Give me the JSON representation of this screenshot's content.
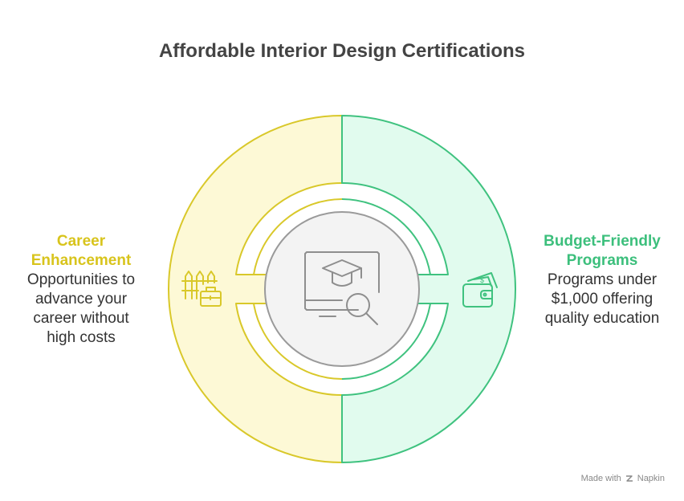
{
  "title": "Affordable Interior Design Certifications",
  "left": {
    "heading_line1": "Career",
    "heading_line2": "Enhancement",
    "body_line1": "Opportunities to",
    "body_line2": "advance your",
    "body_line3": "career without",
    "body_line4": "high costs",
    "icon": "fence-briefcase-icon"
  },
  "right": {
    "heading_line1": "Budget-Friendly",
    "heading_line2": "Programs",
    "body_line1": "Programs under",
    "body_line2": "$1,000 offering",
    "body_line3": "quality education",
    "icon": "wallet-money-icon"
  },
  "center": {
    "icon": "graduation-screen-search-icon"
  },
  "footer": {
    "made_with": "Made with",
    "brand": "Napkin"
  },
  "colors": {
    "left_stroke": "#d9c82a",
    "left_fill": "#fdf9d6",
    "left_text": "#d8c41c",
    "right_stroke": "#3fc27f",
    "right_fill": "#e1fbee",
    "right_text": "#3cbf7c",
    "center_fill": "#f3f3f3",
    "center_stroke": "#9a9a9a"
  }
}
